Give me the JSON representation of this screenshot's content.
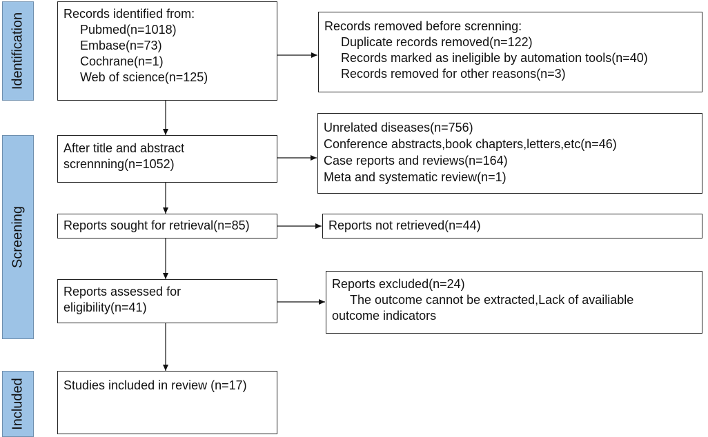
{
  "phases": {
    "identification": "Identification",
    "screening": "Screening",
    "included": "Included"
  },
  "records_identified": {
    "heading": "Records identified from:",
    "sources": [
      "Pubmed(n=1018)",
      "Embase(n=73)",
      "Cochrane(n=1)",
      "Web of science(n=125)"
    ]
  },
  "records_removed": {
    "heading": "Records removed before screnning:",
    "items": [
      "Duplicate records removed(n=122)",
      "Records marked as ineligible by   automation tools(n=40)",
      "Records removed for other reasons(n=3)"
    ]
  },
  "title_abstract": {
    "line1": "After title and abstract",
    "line2": "scrennning(n=1052)"
  },
  "title_abstract_excluded": {
    "items": [
      "Unrelated diseases(n=756)",
      "Conference abstracts,book chapters,letters,etc(n=46)",
      "Case reports and reviews(n=164)",
      "Meta and systematic review(n=1)"
    ]
  },
  "sought": {
    "text": "Reports sought for retrieval(n=85)"
  },
  "not_retrieved": {
    "text": "Reports not retrieved(n=44)"
  },
  "assessed": {
    "line1": "Reports assessed for",
    "line2": "eligibility(n=41)"
  },
  "excluded": {
    "heading": "Reports excluded(n=24)",
    "line1": "The outcome cannot be extracted,Lack of availiable",
    "line2": "outcome indicators"
  },
  "included": {
    "text": "Studies included in review (n=17)"
  }
}
